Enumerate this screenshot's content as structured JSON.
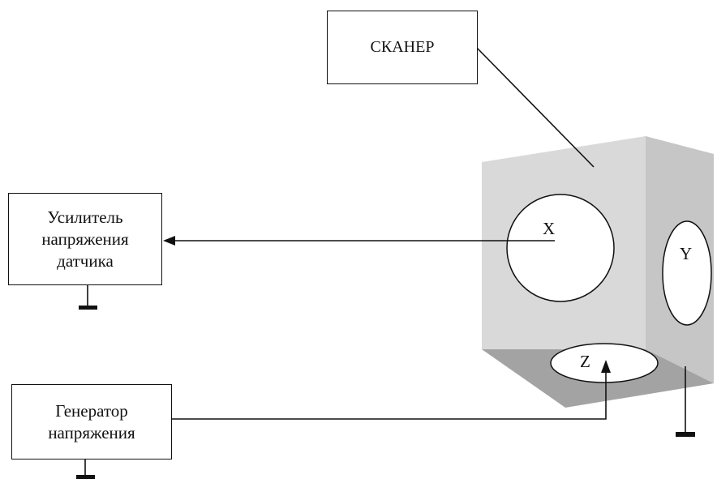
{
  "scanner": {
    "label": "СКАНЕР"
  },
  "amplifier": {
    "lines": [
      "Усилитель",
      "напряжения",
      "датчика"
    ]
  },
  "generator": {
    "lines": [
      "Генератор",
      "напряжения"
    ]
  },
  "electrodes": {
    "x": "X",
    "y": "Y",
    "z": "Z"
  },
  "colors": {
    "cube_front": "#d9d9d9",
    "cube_side": "#c8c8c8",
    "cube_bottom": "#a6a6a6",
    "lines": "#111111"
  }
}
